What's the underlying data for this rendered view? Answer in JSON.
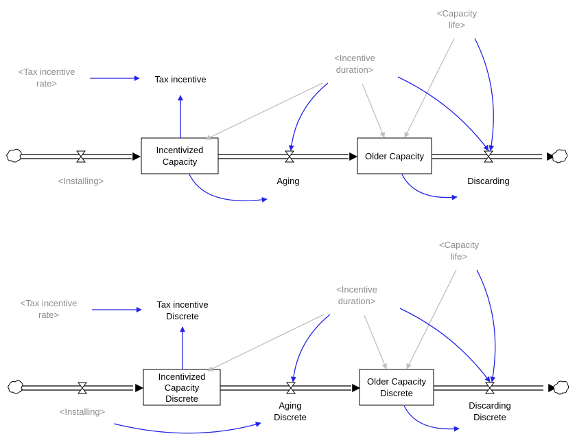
{
  "colors": {
    "causal_link": "#2323e6",
    "shadow_link": "#c0c0c0",
    "shadow_text": "#8c8c8c",
    "text": "#000000"
  },
  "top": {
    "tax_incentive_rate": [
      "<Tax incentive",
      "rate>"
    ],
    "tax_incentive": [
      "Tax incentive"
    ],
    "incentive_duration": [
      "<Incentive",
      "duration>"
    ],
    "capacity_life": [
      "<Capacity",
      "life>"
    ],
    "incentivized_capacity": [
      "Incentivized",
      "Capacity"
    ],
    "older_capacity": [
      "Older Capacity"
    ],
    "installing": [
      "<Installing>"
    ],
    "aging": [
      "Aging"
    ],
    "discarding": [
      "Discarding"
    ]
  },
  "bottom": {
    "tax_incentive_rate": [
      "<Tax incentive",
      "rate>"
    ],
    "tax_incentive": [
      "Tax incentive",
      "Discrete"
    ],
    "incentive_duration": [
      "<Incentive",
      "duration>"
    ],
    "capacity_life": [
      "<Capacity",
      "life>"
    ],
    "incentivized_capacity": [
      "Incentivized",
      "Capacity",
      "Discrete"
    ],
    "older_capacity": [
      "Older Capacity",
      "Discrete"
    ],
    "installing": [
      "<Installing>"
    ],
    "aging": [
      "Aging",
      "Discrete"
    ],
    "discarding": [
      "Discarding",
      "Discrete"
    ]
  }
}
